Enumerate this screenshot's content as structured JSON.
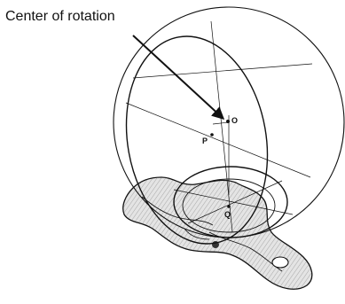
{
  "annotation": {
    "text": "Center of rotation"
  },
  "points": [
    {
      "id": "O",
      "label": "O"
    },
    {
      "id": "P",
      "label": "P"
    },
    {
      "id": "Q",
      "label": "Q"
    }
  ],
  "colors": {
    "ink": "#111111",
    "background": "#ffffff",
    "bone_shade": "#cfcfcf"
  }
}
